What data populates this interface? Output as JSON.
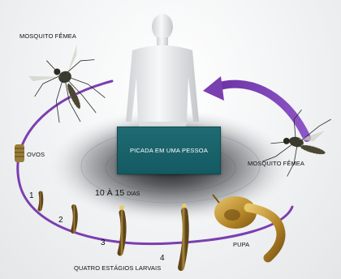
{
  "labels": {
    "mosquito_female_top": "MOSQUITO FÊMEA",
    "mosquito_female_right": "MOSQUITO FÊMEA",
    "eggs": "OVOS",
    "pupa": "PUPA",
    "larval_stages": "QUATRO ESTÁGIOS LARVAIS",
    "bite": "PICADA EM UMA PESSOA",
    "days_range": "10 À 15",
    "days_unit": "DIAS"
  },
  "stage_numbers": [
    "1",
    "2",
    "3",
    "4"
  ],
  "colors": {
    "cycle_arrow": "#7a3fb0",
    "bite_box": "#1a6269",
    "larva": "#8a6a2e",
    "pupa": "#c49a3a"
  },
  "icons": [
    "mosquito-icon",
    "human-figure-icon",
    "eggs-icon",
    "larva-icon",
    "pupa-icon",
    "cycle-arrow-icon"
  ]
}
